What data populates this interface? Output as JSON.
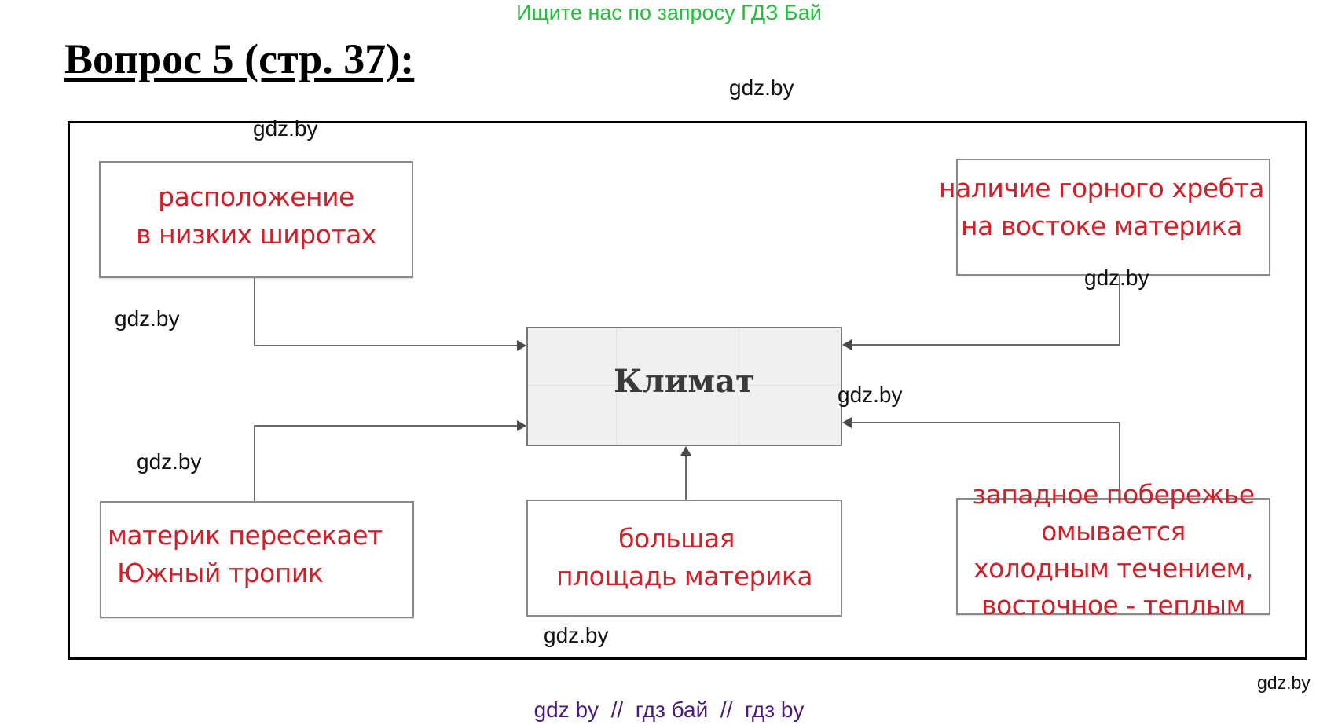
{
  "banner": {
    "text": "Ищите нас по запросу ГДЗ Бай",
    "color": "#21c23a"
  },
  "heading": {
    "text": "Вопрос 5 (стр. 37):"
  },
  "watermarks": {
    "text": "gdz.by",
    "items": [
      "gdz.by",
      "gdz.by",
      "gdz.by",
      "gdz.by",
      "gdz.by",
      "gdz.by",
      "gdz.by",
      "gdz.by",
      "gdz.by"
    ]
  },
  "diagram": {
    "center": {
      "label": "Климат"
    },
    "boxes": {
      "top_left": {
        "lines": [
          "расположение",
          "в низких широтах"
        ]
      },
      "top_right": {
        "lines": [
          "наличие горного хребта",
          "на востоке материка"
        ]
      },
      "bottom_left": {
        "lines": [
          "материк пересекает",
          "Южный тропик"
        ]
      },
      "bottom_middle": {
        "lines": [
          "большая",
          "площадь материка"
        ]
      },
      "bottom_right": {
        "lines": [
          "западное побережье",
          "омывается",
          "холодным течением,",
          "восточное - теплым"
        ]
      }
    },
    "answer_color": "#d0202a"
  },
  "footer": {
    "text": "gdz by  //  гдз бай  //  гдз by",
    "color": "#4a1a7a"
  }
}
